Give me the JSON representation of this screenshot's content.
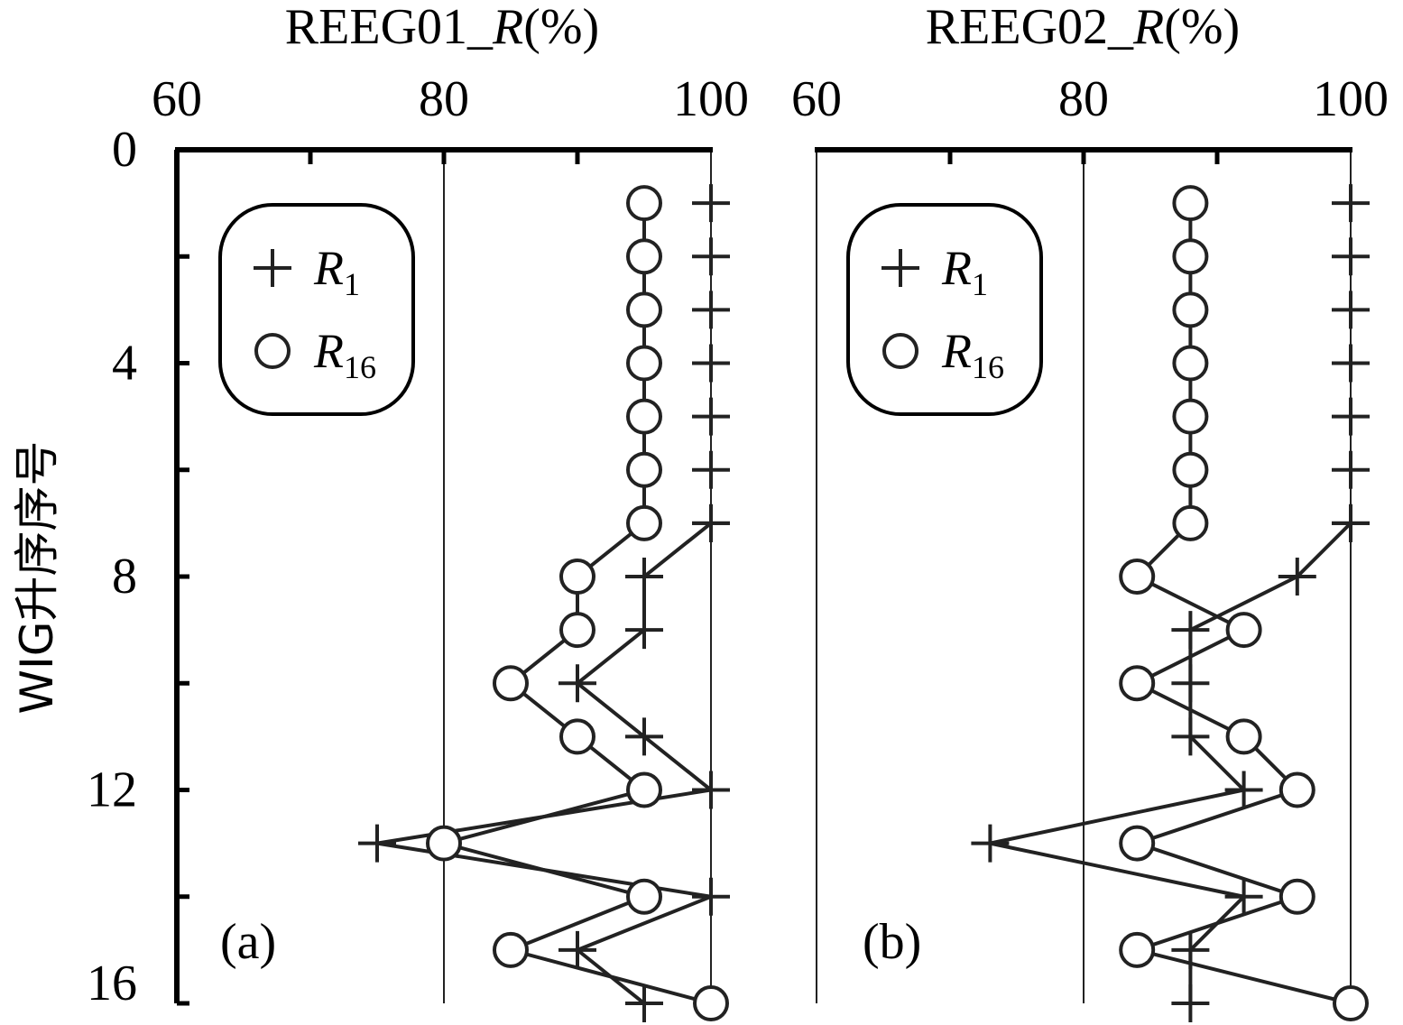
{
  "chart_data": [
    {
      "type": "line",
      "panel_label": "(a)",
      "title_prefix": "REEG01_",
      "title_var": "R",
      "title_suffix": "(%)",
      "xlim": [
        60,
        100
      ],
      "xticks": [
        "60",
        "80",
        "100"
      ],
      "ylim": [
        0,
        16
      ],
      "yticks": [
        "0",
        "4",
        "8",
        "12",
        "16"
      ],
      "ylabel": "WIG升序序号",
      "grid_x": [
        80,
        100
      ],
      "legend": {
        "position": "top-left",
        "entries": [
          {
            "marker": "plus",
            "main": "R",
            "sub": "1"
          },
          {
            "marker": "circle",
            "main": "R",
            "sub": "16"
          }
        ]
      },
      "series": [
        {
          "name": "R1",
          "marker": "plus",
          "lines": false,
          "y": [
            1,
            2,
            3,
            4,
            5,
            6,
            7
          ],
          "x": [
            100,
            100,
            100,
            100,
            100,
            100,
            100
          ]
        },
        {
          "name": "R1",
          "marker": "plus",
          "lines": true,
          "y": [
            7,
            8,
            9,
            10,
            11,
            12,
            13,
            14,
            15,
            16
          ],
          "x": [
            100,
            95,
            95,
            90,
            95,
            100,
            75,
            100,
            90,
            95
          ]
        },
        {
          "name": "R16",
          "marker": "circle",
          "lines": true,
          "y": [
            1,
            2,
            3,
            4,
            5,
            6,
            7,
            8,
            9,
            10,
            11,
            12,
            13,
            14,
            15,
            16
          ],
          "x": [
            95,
            95,
            95,
            95,
            95,
            95,
            95,
            90,
            90,
            85,
            90,
            95,
            80,
            95,
            85,
            100
          ]
        }
      ]
    },
    {
      "type": "line",
      "panel_label": "(b)",
      "title_prefix": "REEG02_",
      "title_var": "R",
      "title_suffix": "(%)",
      "xlim": [
        60,
        100
      ],
      "xticks": [
        "60",
        "80",
        "100"
      ],
      "ylim": [
        0,
        16
      ],
      "yticks": [],
      "grid_x": [
        60,
        80,
        100
      ],
      "legend": {
        "position": "top-left",
        "entries": [
          {
            "marker": "plus",
            "main": "R",
            "sub": "1"
          },
          {
            "marker": "circle",
            "main": "R",
            "sub": "16"
          }
        ]
      },
      "series": [
        {
          "name": "R1",
          "marker": "plus",
          "lines": false,
          "y": [
            1,
            2,
            3,
            4,
            5,
            6,
            7
          ],
          "x": [
            100,
            100,
            100,
            100,
            100,
            100,
            100
          ]
        },
        {
          "name": "R1",
          "marker": "plus",
          "lines": true,
          "y": [
            7,
            8,
            9,
            10,
            11,
            12,
            13,
            14,
            15,
            16
          ],
          "x": [
            100,
            96,
            88,
            88,
            88,
            92,
            73,
            92,
            88,
            88
          ]
        },
        {
          "name": "R16",
          "marker": "circle",
          "lines": true,
          "y": [
            1,
            2,
            3,
            4,
            5,
            6,
            7,
            8,
            9,
            10,
            11,
            12,
            13,
            14,
            15,
            16
          ],
          "x": [
            88,
            88,
            88,
            88,
            88,
            88,
            88,
            84,
            92,
            84,
            92,
            96,
            84,
            96,
            84,
            100
          ]
        }
      ]
    }
  ]
}
